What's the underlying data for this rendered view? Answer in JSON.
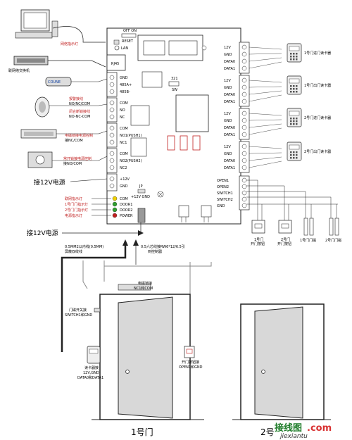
{
  "board": {
    "switch_label": "OFF ON",
    "reset_label": "RESET",
    "lan_label": "LAN",
    "rj45_label": "RJ45",
    "sw_number": "321",
    "sw_label": "SW",
    "left_terminals": [
      "GND",
      "485A+",
      "485B-",
      "COM",
      "NO",
      "NC",
      "COM",
      "NO1(PUSH1)",
      "NC1",
      "COM",
      "NO2(PUSH2)",
      "NC2",
      "+12V",
      "GND"
    ],
    "jp_label": "JP",
    "jp_sub": "+12V GND",
    "leds": [
      "COM",
      "DOOR1",
      "DOOR2",
      "POWER"
    ],
    "right_terminals": [
      "12V",
      "GND",
      "DATA0",
      "DATA1",
      "12V",
      "GND",
      "DATA0",
      "DATA1",
      "12V",
      "GND",
      "DATA0",
      "DATA1",
      "12V",
      "GND",
      "DATA0",
      "DATA1"
    ],
    "right_inputs": [
      "OPEN1",
      "OPEN2",
      "SWITCH1",
      "SWITCH2",
      "GND"
    ]
  },
  "left_labels": {
    "lan_light": "网络指示灯",
    "switch": "联网络交换机",
    "alarm1": "报警接线",
    "alarm2": "NO/NC/COM",
    "lock1": "闭合断锁接线",
    "lock2": "NO-NC-COM",
    "em1": "电磁锁接电源控制",
    "em2": "接NC/COM",
    "elock1": "常开锁接电源控制",
    "elock2": "接NO/COM",
    "power12v": "接12V电源",
    "led1": "联网指示灯",
    "led2": "1号门门指示灯",
    "led3": "2号门门指示灯",
    "led4": "电源指示灯",
    "power12v_b": "接12V电源"
  },
  "readers": [
    {
      "label": "1号门进门读卡器"
    },
    {
      "label": "1号门出门读卡器"
    },
    {
      "label": "2号门进门读卡器"
    },
    {
      "label": "2号门出门读卡器"
    }
  ],
  "bottom_devices": {
    "btn1": "1号门\n开门按钮",
    "btn1_a": "1号门",
    "btn1_b": "开门按钮",
    "btn2_a": "2号门",
    "btn2_b": "开门按钮",
    "mag1": "1号门门磁",
    "mag2": "2号门门磁"
  },
  "wiring": {
    "cable_note1": "0.5MM2以内线(0.5MM)",
    "cable_note2": "屏蔽双绞线",
    "wire_note1": "0.5六芯线接RW6*12/6.5引",
    "wire_note2": "到控制器",
    "lock_a": "电磁锁接",
    "lock_b": "NC1和COM",
    "switch_a": "门磁开关接",
    "switch_b": "SWITCH1和GND",
    "reader_a": "读卡器接",
    "reader_b": "12V,GND",
    "reader_c": "DATA0和DATA1",
    "open_a": "开门按钮接",
    "open_b": "OPEN1和GND"
  },
  "doors": {
    "door1": "1号门",
    "door2": "2号"
  },
  "watermark": {
    "a": "接线图",
    "b": ".com",
    "c": "jiexiantu"
  }
}
